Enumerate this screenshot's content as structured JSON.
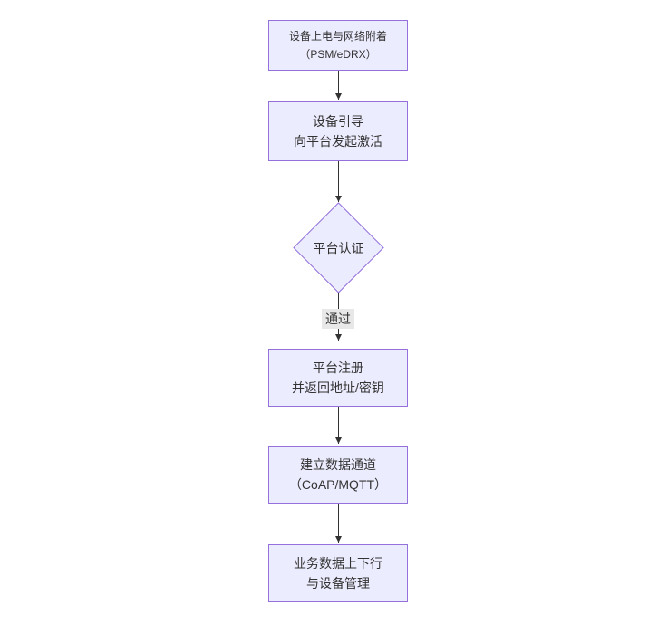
{
  "diagram": {
    "type": "flowchart-top-down",
    "colors": {
      "node_fill": "#ECECFF",
      "node_border": "#9370DB",
      "text": "#333333",
      "edge": "#333333",
      "edge_label_bg": "#e8e8e8",
      "background": "#ffffff"
    },
    "nodes": [
      {
        "id": "power_attach",
        "shape": "rect",
        "label": "设备上电与网络附着\n（PSM/eDRX）"
      },
      {
        "id": "bootstrap",
        "shape": "rect",
        "label": "设备引导\n向平台发起激活"
      },
      {
        "id": "platform_auth",
        "shape": "diamond",
        "label": "平台认证"
      },
      {
        "id": "register",
        "shape": "rect",
        "label": "平台注册\n并返回地址/密钥"
      },
      {
        "id": "data_channel",
        "shape": "rect",
        "label": "建立数据通道\n（CoAP/MQTT）"
      },
      {
        "id": "business",
        "shape": "rect",
        "label": "业务数据上下行\n与设备管理"
      }
    ],
    "edges": [
      {
        "from": "power_attach",
        "to": "bootstrap",
        "label": ""
      },
      {
        "from": "bootstrap",
        "to": "platform_auth",
        "label": ""
      },
      {
        "from": "platform_auth",
        "to": "register",
        "label": "通过"
      },
      {
        "from": "register",
        "to": "data_channel",
        "label": ""
      },
      {
        "from": "data_channel",
        "to": "business",
        "label": ""
      }
    ]
  }
}
